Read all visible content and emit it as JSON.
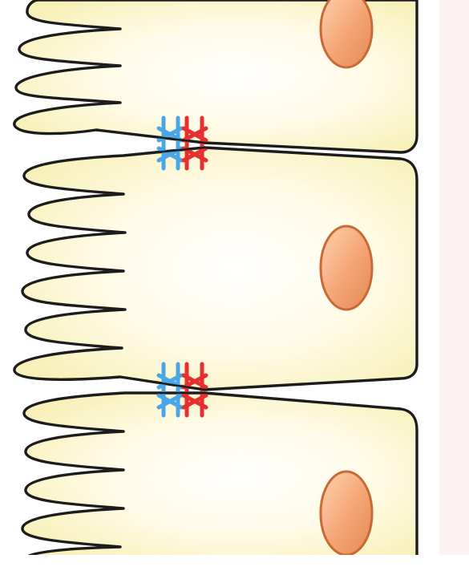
{
  "diagram": {
    "cells": [
      {
        "name": "top-epithelial-cell",
        "nucleus": "nucleus"
      },
      {
        "name": "middle-epithelial-cell",
        "nucleus": "nucleus"
      },
      {
        "name": "bottom-epithelial-cell",
        "nucleus": "nucleus"
      }
    ],
    "junctions": [
      {
        "name": "upper-junction",
        "sides": [
          "blue",
          "red"
        ]
      },
      {
        "name": "lower-junction",
        "sides": [
          "blue",
          "red"
        ]
      }
    ],
    "colors": {
      "cytoplasm": "#f7f0b7",
      "cytoplasm_light": "#fffbe8",
      "membrane": "#1c1c1c",
      "nucleus_fill": "#f4a474",
      "nucleus_stroke": "#c86a35",
      "junction_blue": "#49a7e7",
      "junction_red": "#e62f2f",
      "background": "#ffffff"
    }
  }
}
